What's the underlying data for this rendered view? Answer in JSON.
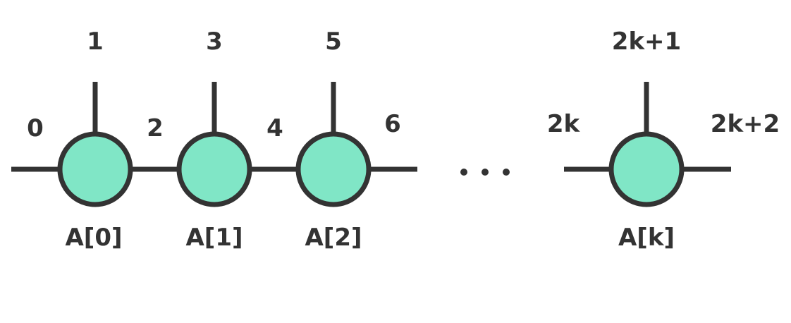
{
  "colors": {
    "node_fill": "#80e6c6",
    "stroke": "#333333",
    "background": "#ffffff"
  },
  "nodes": [
    {
      "label": "A[0]",
      "top_index": "1",
      "left_index": "0",
      "right_index": "2"
    },
    {
      "label": "A[1]",
      "top_index": "3",
      "right_index": "4"
    },
    {
      "label": "A[2]",
      "top_index": "5",
      "right_index": "6"
    },
    {
      "label": "A[k]",
      "top_index": "2k+1",
      "left_index": "2k",
      "right_index": "2k+2"
    }
  ],
  "ellipsis": "..."
}
